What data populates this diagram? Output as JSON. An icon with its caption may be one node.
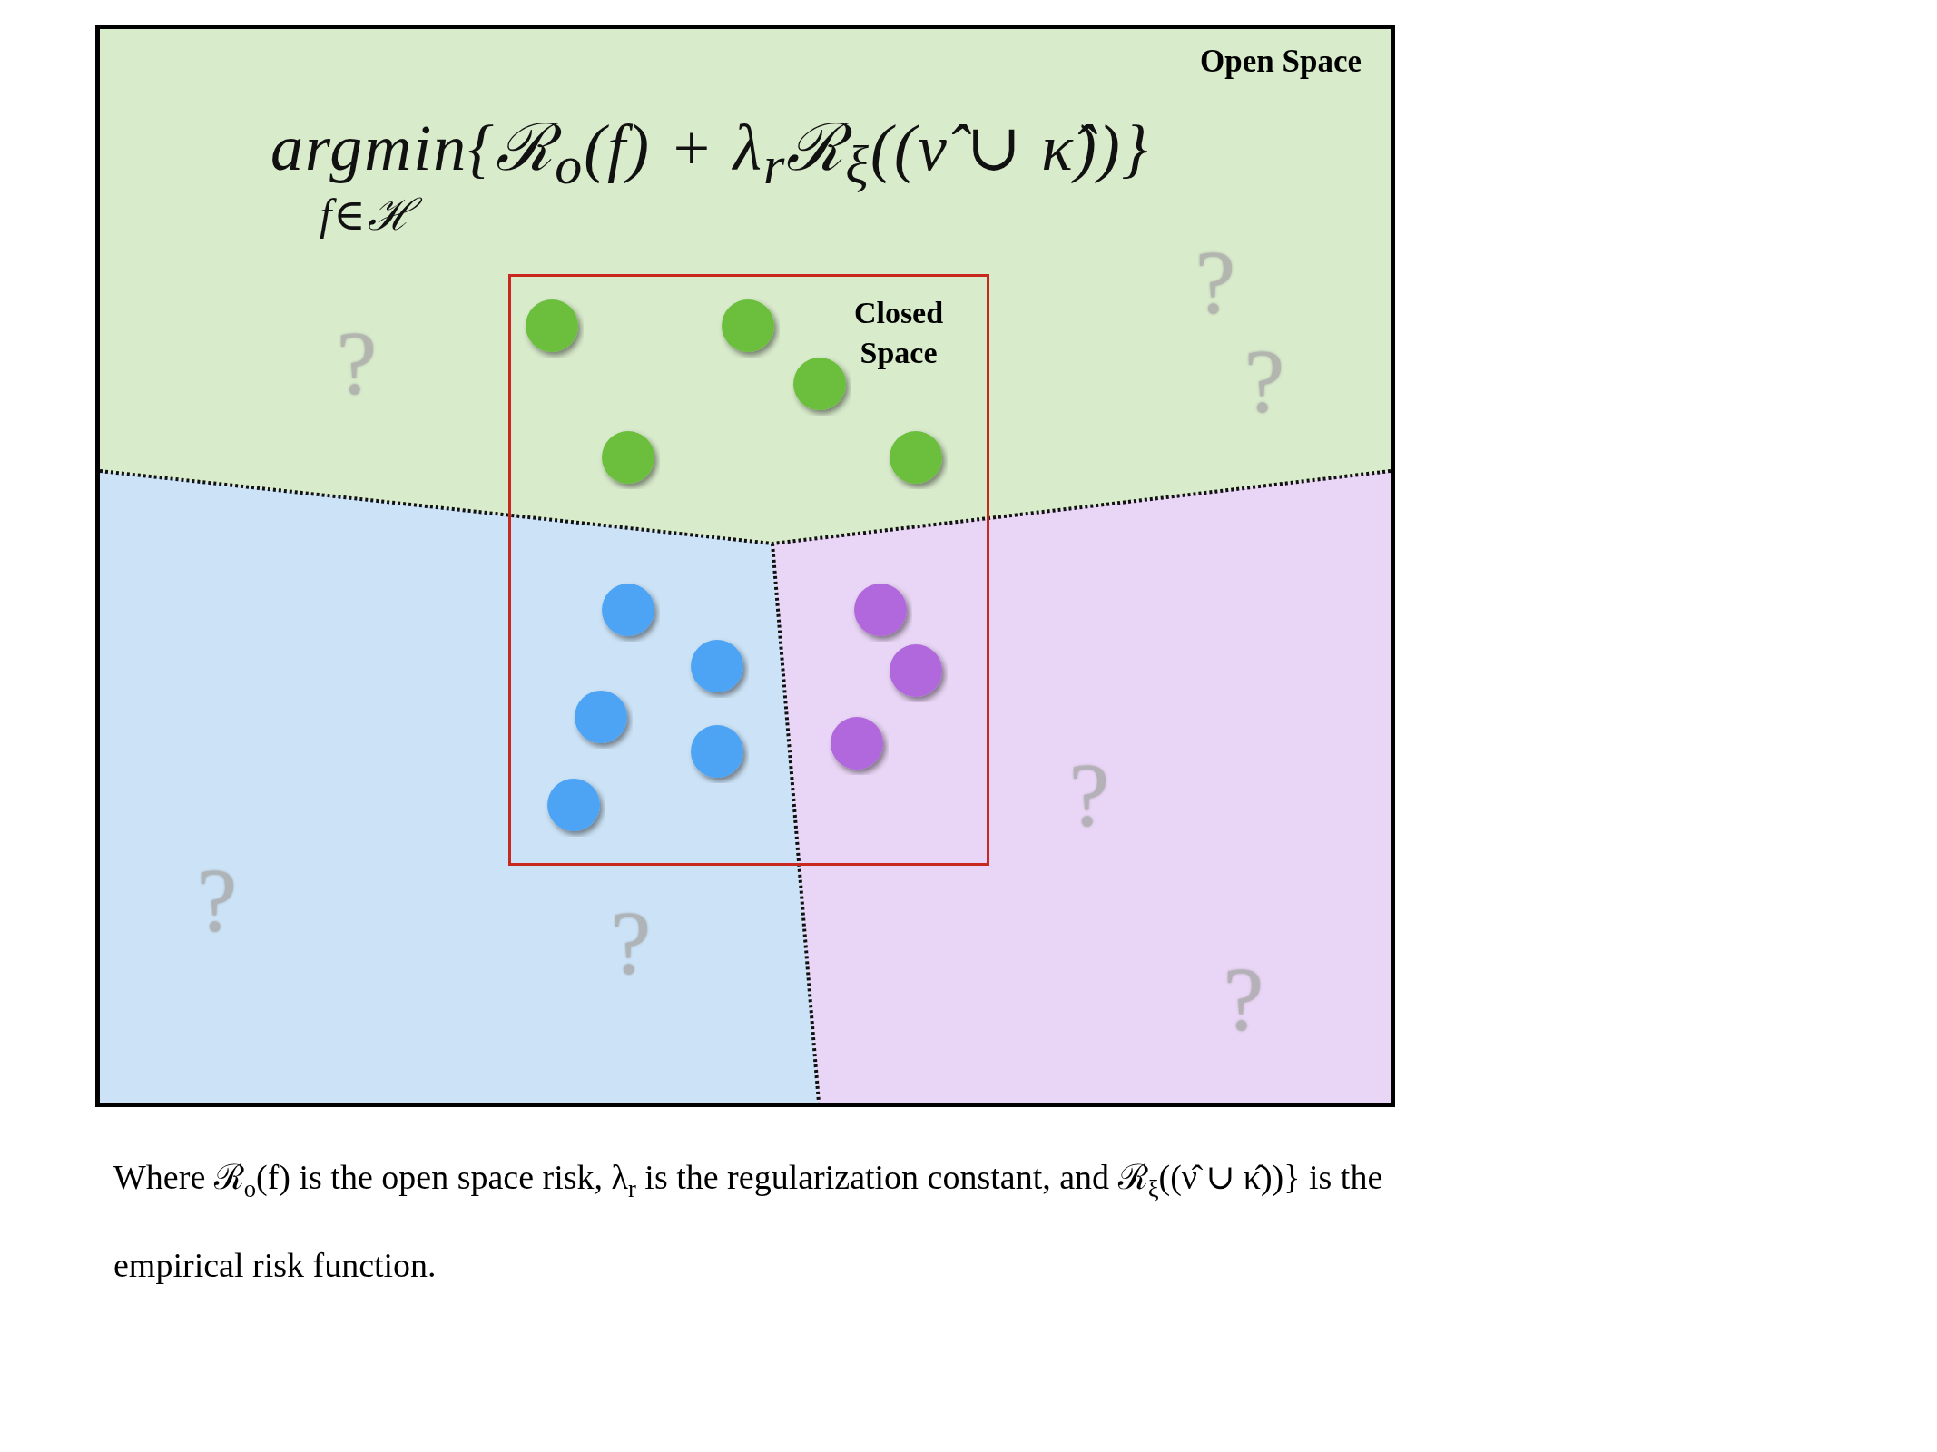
{
  "diagram": {
    "caption": "Where ℛ$_{o}$(f) is the open space risk, λ$_{r}$ is the regularization constant, and ℛ$_{ξ}$((ν̂ ∪ κ̂))} is the empirical risk function.",
    "nodes": [
      {
        "text": [
          "Open Space"
        ]
      },
      {
        "text": [
          "Closed Space"
        ],
        "in": 0
      }
    ],
    "labels": [
      "argmin{ℛ$_{o}$(f) + λ$_{r}$ℛ$_{ξ}$((ν̂ ∪ κ̂))}",
      "f∈ℋ",
      "?",
      "?",
      "?",
      "?",
      "?",
      "?",
      "?"
    ]
  }
}
